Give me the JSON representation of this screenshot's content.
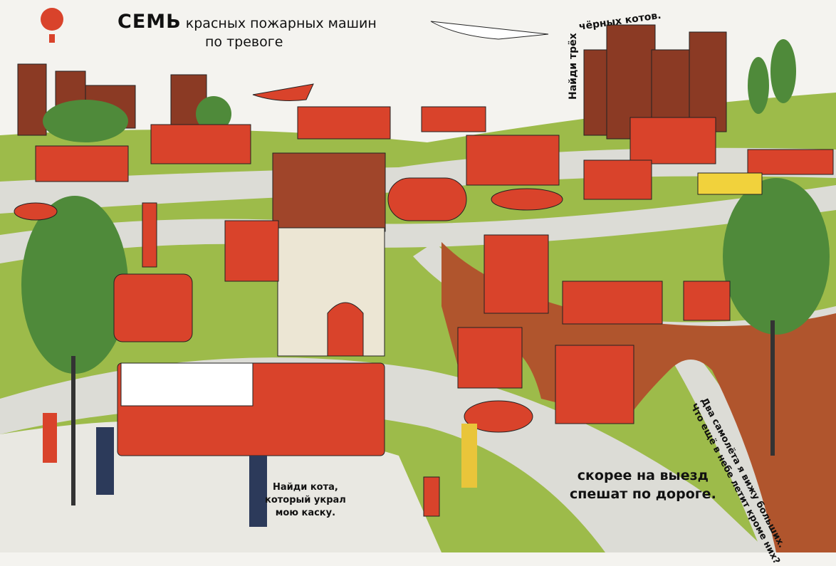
{
  "title": {
    "highlight": "СЕМЬ",
    "line1": "красных пожарных машин",
    "line2": "по тревоге"
  },
  "hint_cats": {
    "part1": "Найди трёх",
    "part2": "чёрных котов."
  },
  "verse_road": {
    "line1": "скорее на выезд",
    "line2": "спешат по дороге."
  },
  "hint_helmet": {
    "line1": "Найди кота,",
    "line2": "который украл",
    "line3": "мою каску."
  },
  "hint_planes": {
    "line1": "Два самолёта я вижу больших.",
    "line2": "Что ещё в небе летит кроме них?"
  },
  "colors": {
    "red": "#d9432b",
    "green": "#9dbb4a",
    "road": "#dcdcd6",
    "brick": "#8b3a24",
    "bridge": "#b0552d",
    "tree": "#4f8a3a"
  }
}
